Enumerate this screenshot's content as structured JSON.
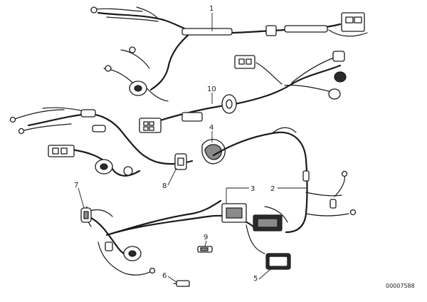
{
  "diagram": {
    "callouts": {
      "c1": "1",
      "c2": "2",
      "c3": "3",
      "c4": "4",
      "c5": "5",
      "c6": "6",
      "c7": "7",
      "c8": "8",
      "c9": "9",
      "c10": "10"
    },
    "reference_number": "00007588"
  }
}
